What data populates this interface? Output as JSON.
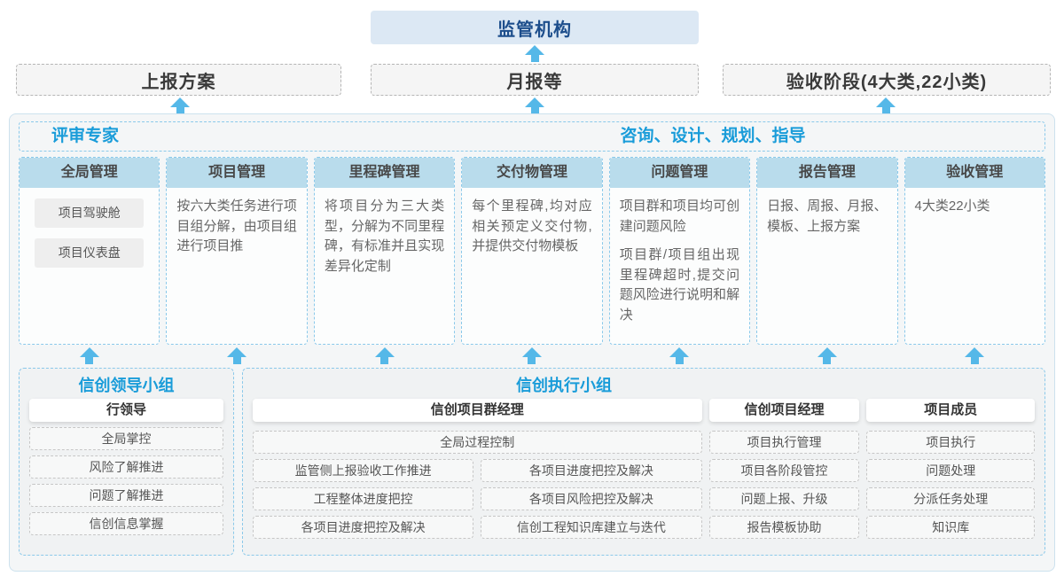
{
  "palette": {
    "dark_blue": "#1d4e8c",
    "accent_blue": "#199cd9",
    "arrow_blue": "#55b8e8",
    "header_bg": "#b9dcec",
    "regulator_bg": "#dce8f4"
  },
  "top": {
    "regulator": "监管机构"
  },
  "flow_boxes": [
    {
      "label": "上报方案"
    },
    {
      "label": "月报等"
    },
    {
      "label": "验收阶段(4大类,22小类)"
    }
  ],
  "advisors": {
    "left": "评审专家",
    "right": "咨询、设计、规划、指导"
  },
  "columns": [
    {
      "title": "全局管理",
      "tags": [
        "项目驾驶舱",
        "项目仪表盘"
      ]
    },
    {
      "title": "项目管理",
      "body": [
        "按六大类任务进行项目组分解，由项目组进行项目推"
      ]
    },
    {
      "title": "里程碑管理",
      "body": [
        "将项目分为三大类型，分解为不同里程碑，有标准并且实现差异化定制"
      ]
    },
    {
      "title": "交付物管理",
      "body": [
        "每个里程碑,均对应相关预定义交付物,并提供交付物模板"
      ]
    },
    {
      "title": "问题管理",
      "body": [
        "项目群和项目均可创建问题风险",
        "项目群/项目组出现里程碑超时,提交问题风险进行说明和解决"
      ]
    },
    {
      "title": "报告管理",
      "body": [
        "日报、周报、月报、模板、上报方案"
      ]
    },
    {
      "title": "验收管理",
      "body": [
        "4大类22小类"
      ]
    }
  ],
  "groups": {
    "leadership": {
      "title": "信创领导小组",
      "role": "行领导",
      "items": [
        "全局掌控",
        "风险了解推进",
        "问题了解推进",
        "信创信息掌握"
      ]
    },
    "execution": {
      "title": "信创执行小组",
      "program_manager": {
        "role": "信创项目群经理",
        "full_item": "全局过程控制",
        "col_a": [
          "监管侧上报验收工作推进",
          "工程整体进度把控",
          "各项目进度把控及解决"
        ],
        "col_b": [
          "各项目进度把控及解决",
          "各项目风险把控及解决",
          "信创工程知识库建立与迭代"
        ]
      },
      "project_manager": {
        "role": "信创项目经理",
        "items": [
          "项目执行管理",
          "项目各阶段管控",
          "问题上报、升级",
          "报告模板协助"
        ]
      },
      "member": {
        "role": "项目成员",
        "items": [
          "项目执行",
          "问题处理",
          "分派任务处理",
          "知识库"
        ]
      }
    }
  }
}
